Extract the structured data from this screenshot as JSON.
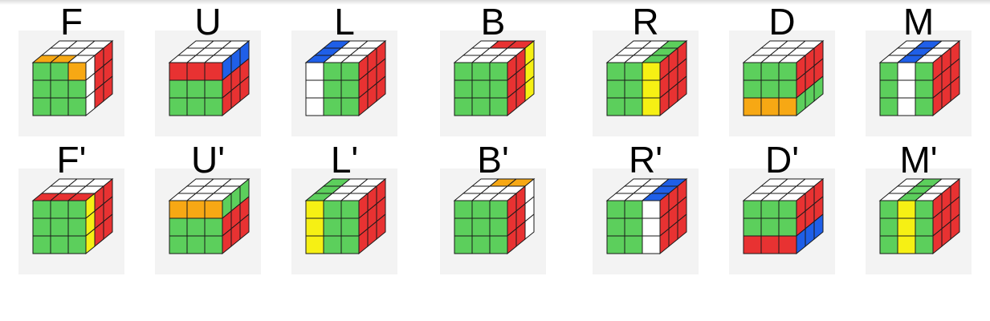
{
  "colors": {
    "white": "#ffffff",
    "green": "#5ccf5c",
    "red": "#e83232",
    "blue": "#1f5fe8",
    "yellow": "#f6f014",
    "orange": "#f7a814",
    "edge": "#1a1a1a",
    "tile_bg": "#f3f3f3"
  },
  "rows": [
    {
      "moves": [
        {
          "label": "F",
          "top": [
            "W",
            "W",
            "W",
            "W",
            "W",
            "W",
            "O",
            "O",
            "W"
          ],
          "front": [
            "G",
            "G",
            "O",
            "G",
            "G",
            "G",
            "G",
            "G",
            "G"
          ],
          "right": [
            "W",
            "R",
            "R",
            "W",
            "R",
            "R",
            "W",
            "R",
            "R"
          ]
        },
        {
          "label": "U",
          "top": [
            "W",
            "W",
            "W",
            "W",
            "W",
            "W",
            "W",
            "W",
            "W"
          ],
          "front": [
            "R",
            "R",
            "R",
            "G",
            "G",
            "G",
            "G",
            "G",
            "G"
          ],
          "right": [
            "B",
            "B",
            "B",
            "R",
            "R",
            "R",
            "R",
            "R",
            "R"
          ]
        },
        {
          "label": "L",
          "top": [
            "B",
            "W",
            "W",
            "B",
            "W",
            "W",
            "B",
            "W",
            "W"
          ],
          "front": [
            "W",
            "G",
            "G",
            "W",
            "G",
            "G",
            "W",
            "G",
            "G"
          ],
          "right": [
            "R",
            "R",
            "R",
            "R",
            "R",
            "R",
            "R",
            "R",
            "R"
          ]
        },
        {
          "label": "B",
          "top": [
            "W",
            "R",
            "R",
            "W",
            "W",
            "W",
            "W",
            "W",
            "W"
          ],
          "front": [
            "G",
            "G",
            "G",
            "G",
            "G",
            "G",
            "G",
            "G",
            "G"
          ],
          "right": [
            "R",
            "R",
            "Y",
            "R",
            "R",
            "Y",
            "R",
            "R",
            "Y"
          ]
        },
        {
          "label": "R",
          "top": [
            "W",
            "W",
            "G",
            "W",
            "W",
            "G",
            "W",
            "W",
            "G"
          ],
          "front": [
            "G",
            "G",
            "Y",
            "G",
            "G",
            "Y",
            "G",
            "G",
            "Y"
          ],
          "right": [
            "R",
            "R",
            "R",
            "R",
            "R",
            "R",
            "R",
            "R",
            "R"
          ]
        },
        {
          "label": "D",
          "top": [
            "W",
            "W",
            "W",
            "W",
            "W",
            "W",
            "W",
            "W",
            "W"
          ],
          "front": [
            "G",
            "G",
            "G",
            "G",
            "G",
            "G",
            "O",
            "O",
            "O"
          ],
          "right": [
            "R",
            "R",
            "R",
            "R",
            "R",
            "R",
            "G",
            "G",
            "G"
          ]
        },
        {
          "label": "M",
          "top": [
            "W",
            "B",
            "W",
            "W",
            "B",
            "W",
            "W",
            "B",
            "W"
          ],
          "front": [
            "G",
            "W",
            "G",
            "G",
            "W",
            "G",
            "G",
            "W",
            "G"
          ],
          "right": [
            "R",
            "R",
            "R",
            "R",
            "R",
            "R",
            "R",
            "R",
            "R"
          ]
        }
      ]
    },
    {
      "moves": [
        {
          "label": "F'",
          "top": [
            "W",
            "W",
            "W",
            "W",
            "W",
            "W",
            "R",
            "R",
            "R"
          ],
          "front": [
            "G",
            "G",
            "G",
            "G",
            "G",
            "G",
            "G",
            "G",
            "G"
          ],
          "right": [
            "Y",
            "R",
            "R",
            "Y",
            "R",
            "R",
            "Y",
            "R",
            "R"
          ]
        },
        {
          "label": "U'",
          "top": [
            "W",
            "W",
            "W",
            "W",
            "W",
            "W",
            "W",
            "W",
            "W"
          ],
          "front": [
            "O",
            "O",
            "O",
            "G",
            "G",
            "G",
            "G",
            "G",
            "G"
          ],
          "right": [
            "G",
            "G",
            "G",
            "R",
            "R",
            "R",
            "R",
            "R",
            "R"
          ]
        },
        {
          "label": "L'",
          "top": [
            "G",
            "W",
            "W",
            "G",
            "W",
            "W",
            "G",
            "W",
            "W"
          ],
          "front": [
            "Y",
            "G",
            "G",
            "Y",
            "G",
            "G",
            "Y",
            "G",
            "G"
          ],
          "right": [
            "R",
            "R",
            "R",
            "R",
            "R",
            "R",
            "R",
            "R",
            "R"
          ]
        },
        {
          "label": "B'",
          "top": [
            "W",
            "O",
            "O",
            "W",
            "W",
            "W",
            "W",
            "W",
            "W"
          ],
          "front": [
            "G",
            "G",
            "G",
            "G",
            "G",
            "G",
            "G",
            "G",
            "G"
          ],
          "right": [
            "R",
            "R",
            "W",
            "R",
            "R",
            "W",
            "R",
            "R",
            "W"
          ]
        },
        {
          "label": "R'",
          "top": [
            "W",
            "W",
            "B",
            "W",
            "W",
            "B",
            "W",
            "W",
            "B"
          ],
          "front": [
            "G",
            "G",
            "W",
            "G",
            "G",
            "W",
            "G",
            "G",
            "W"
          ],
          "right": [
            "R",
            "R",
            "R",
            "R",
            "R",
            "R",
            "R",
            "R",
            "R"
          ]
        },
        {
          "label": "D'",
          "top": [
            "W",
            "W",
            "W",
            "W",
            "W",
            "W",
            "W",
            "W",
            "W"
          ],
          "front": [
            "G",
            "G",
            "G",
            "G",
            "G",
            "G",
            "R",
            "R",
            "R"
          ],
          "right": [
            "R",
            "R",
            "R",
            "R",
            "R",
            "R",
            "B",
            "B",
            "B"
          ]
        },
        {
          "label": "M'",
          "top": [
            "W",
            "G",
            "W",
            "W",
            "G",
            "W",
            "W",
            "G",
            "W"
          ],
          "front": [
            "G",
            "Y",
            "G",
            "G",
            "Y",
            "G",
            "G",
            "Y",
            "G"
          ],
          "right": [
            "R",
            "R",
            "R",
            "R",
            "R",
            "R",
            "R",
            "R",
            "R"
          ]
        }
      ]
    }
  ]
}
